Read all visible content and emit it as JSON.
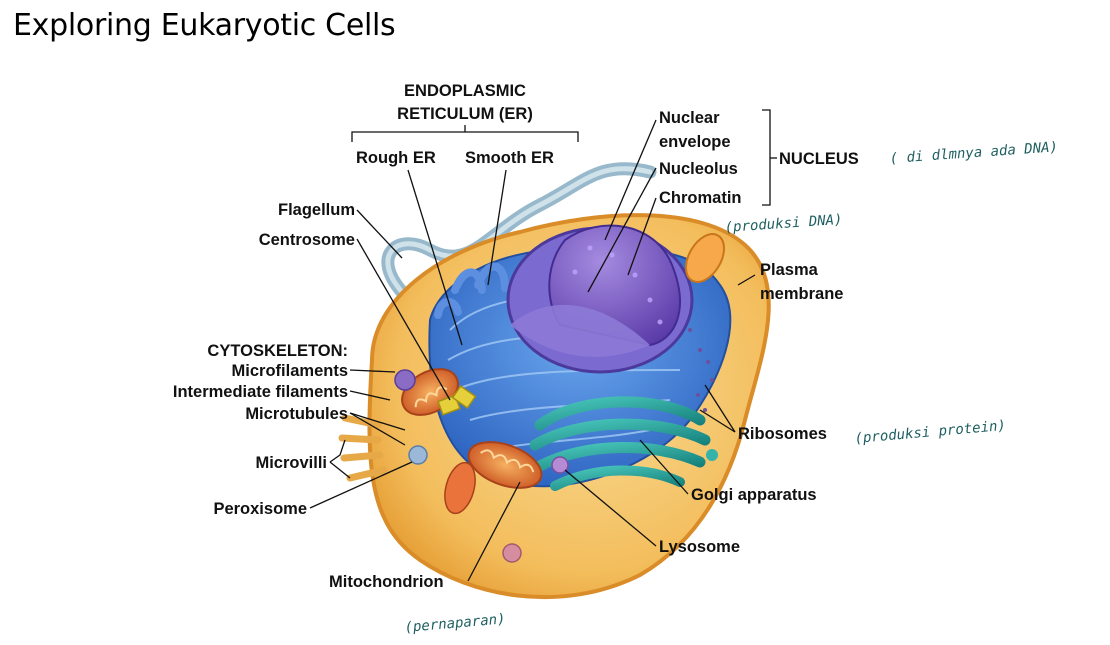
{
  "title": "Exploring Eukaryotic Cells",
  "diagram": {
    "er_group": {
      "heading_line1": "ENDOPLASMIC",
      "heading_line2": "RETICULUM (ER)",
      "rough": "Rough ER",
      "smooth": "Smooth ER"
    },
    "nucleus_group": {
      "envelope_line1": "Nuclear",
      "envelope_line2": "envelope",
      "nucleolus": "Nucleolus",
      "chromatin": "Chromatin",
      "group_label": "NUCLEUS"
    },
    "left_labels": {
      "flagellum": "Flagellum",
      "centrosome": "Centrosome",
      "cytoskeleton": "CYTOSKELETON:",
      "microfilaments": "Microfilaments",
      "intermediate_filaments": "Intermediate filaments",
      "microtubules": "Microtubules",
      "microvilli": "Microvilli",
      "peroxisome": "Peroxisome",
      "mitochondrion": "Mitochondrion"
    },
    "right_labels": {
      "plasma_line1": "Plasma",
      "plasma_line2": "membrane",
      "ribosomes": "Ribosomes",
      "golgi": "Golgi apparatus",
      "lysosome": "Lysosome"
    },
    "handwritten_notes": {
      "nucleus_note": "( di dlmnya ada DNA)",
      "chromatin_note": "(produksi DNA)",
      "ribosome_note": "(produksi protein)",
      "mitochondrion_note": "(pernaparan)"
    },
    "colors": {
      "cytoplasm": "#f4c36a",
      "membrane": "#e9a33c",
      "er": "#4a86d9",
      "nucleus": "#7a5cc4",
      "golgi": "#2aa6a0",
      "mitochondria": "#e0723a",
      "flagellum": "#a8c6d6",
      "handwriting": "#1f5f61"
    }
  }
}
